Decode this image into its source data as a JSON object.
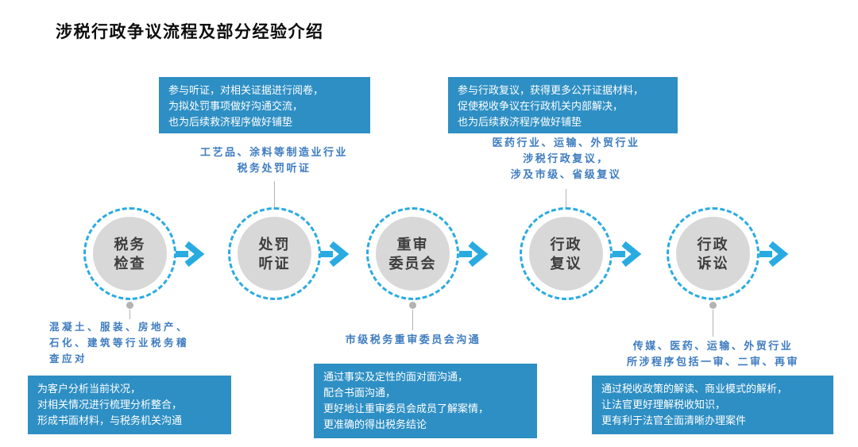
{
  "title": "涉税行政争议流程及部分经验介绍",
  "colors": {
    "accent_cyan": "#29abe2",
    "box_blue": "#2e8fc4",
    "note_blue": "#3e7cc0",
    "circle_gray": "#d8d8d8"
  },
  "stages": [
    {
      "name": "tax-inspection",
      "label_lines": [
        "税务",
        "检查"
      ],
      "note_lines": [
        "混凝土、服装、房地产、",
        "石化、建筑等行业税务稽",
        "查应对"
      ],
      "box_lines": [
        "为客户分析当前状况，",
        "对相关情况进行梳理分析整合，",
        "形成书面材料，与税务机关沟通"
      ]
    },
    {
      "name": "penalty-hearing",
      "label_lines": [
        "处罚",
        "听证"
      ],
      "note_lines": [
        "工艺品、涂料等制造业行业",
        "税务处罚听证"
      ],
      "box_lines": [
        "参与听证，对相关证据进行阅卷，",
        "为拟处罚事项做好沟通交流，",
        "也为后续救济程序做好铺垫"
      ]
    },
    {
      "name": "review-committee",
      "label_lines": [
        "重审",
        "委员会"
      ],
      "note_lines": [
        "市级税务重审委员会沟通"
      ],
      "box_lines": [
        "通过事实及定性的面对面沟通，",
        "配合书面沟通，",
        "更好地让重审委员会成员了解案情，",
        "更准确的得出税务结论"
      ]
    },
    {
      "name": "administrative-reconsideration",
      "label_lines": [
        "行政",
        "复议"
      ],
      "note_lines": [
        "医药行业、运输、外贸行业",
        "涉税行政复议，",
        "涉及市级、省级复议"
      ],
      "box_lines": [
        "参与行政复议，获得更多公开证据材料，",
        "促使税收争议在行政机关内部解决，",
        "也为后续救济程序做好铺垫"
      ]
    },
    {
      "name": "administrative-litigation",
      "label_lines": [
        "行政",
        "诉讼"
      ],
      "note_lines": [
        "传媒、医药、运输、外贸行业",
        "所涉程序包括一审、二审、再审"
      ],
      "box_lines": [
        "通过税收政策的解读、商业模式的解析，",
        "让法官更好理解税收知识，",
        "更有利于法官全面清晰办理案件"
      ]
    }
  ]
}
